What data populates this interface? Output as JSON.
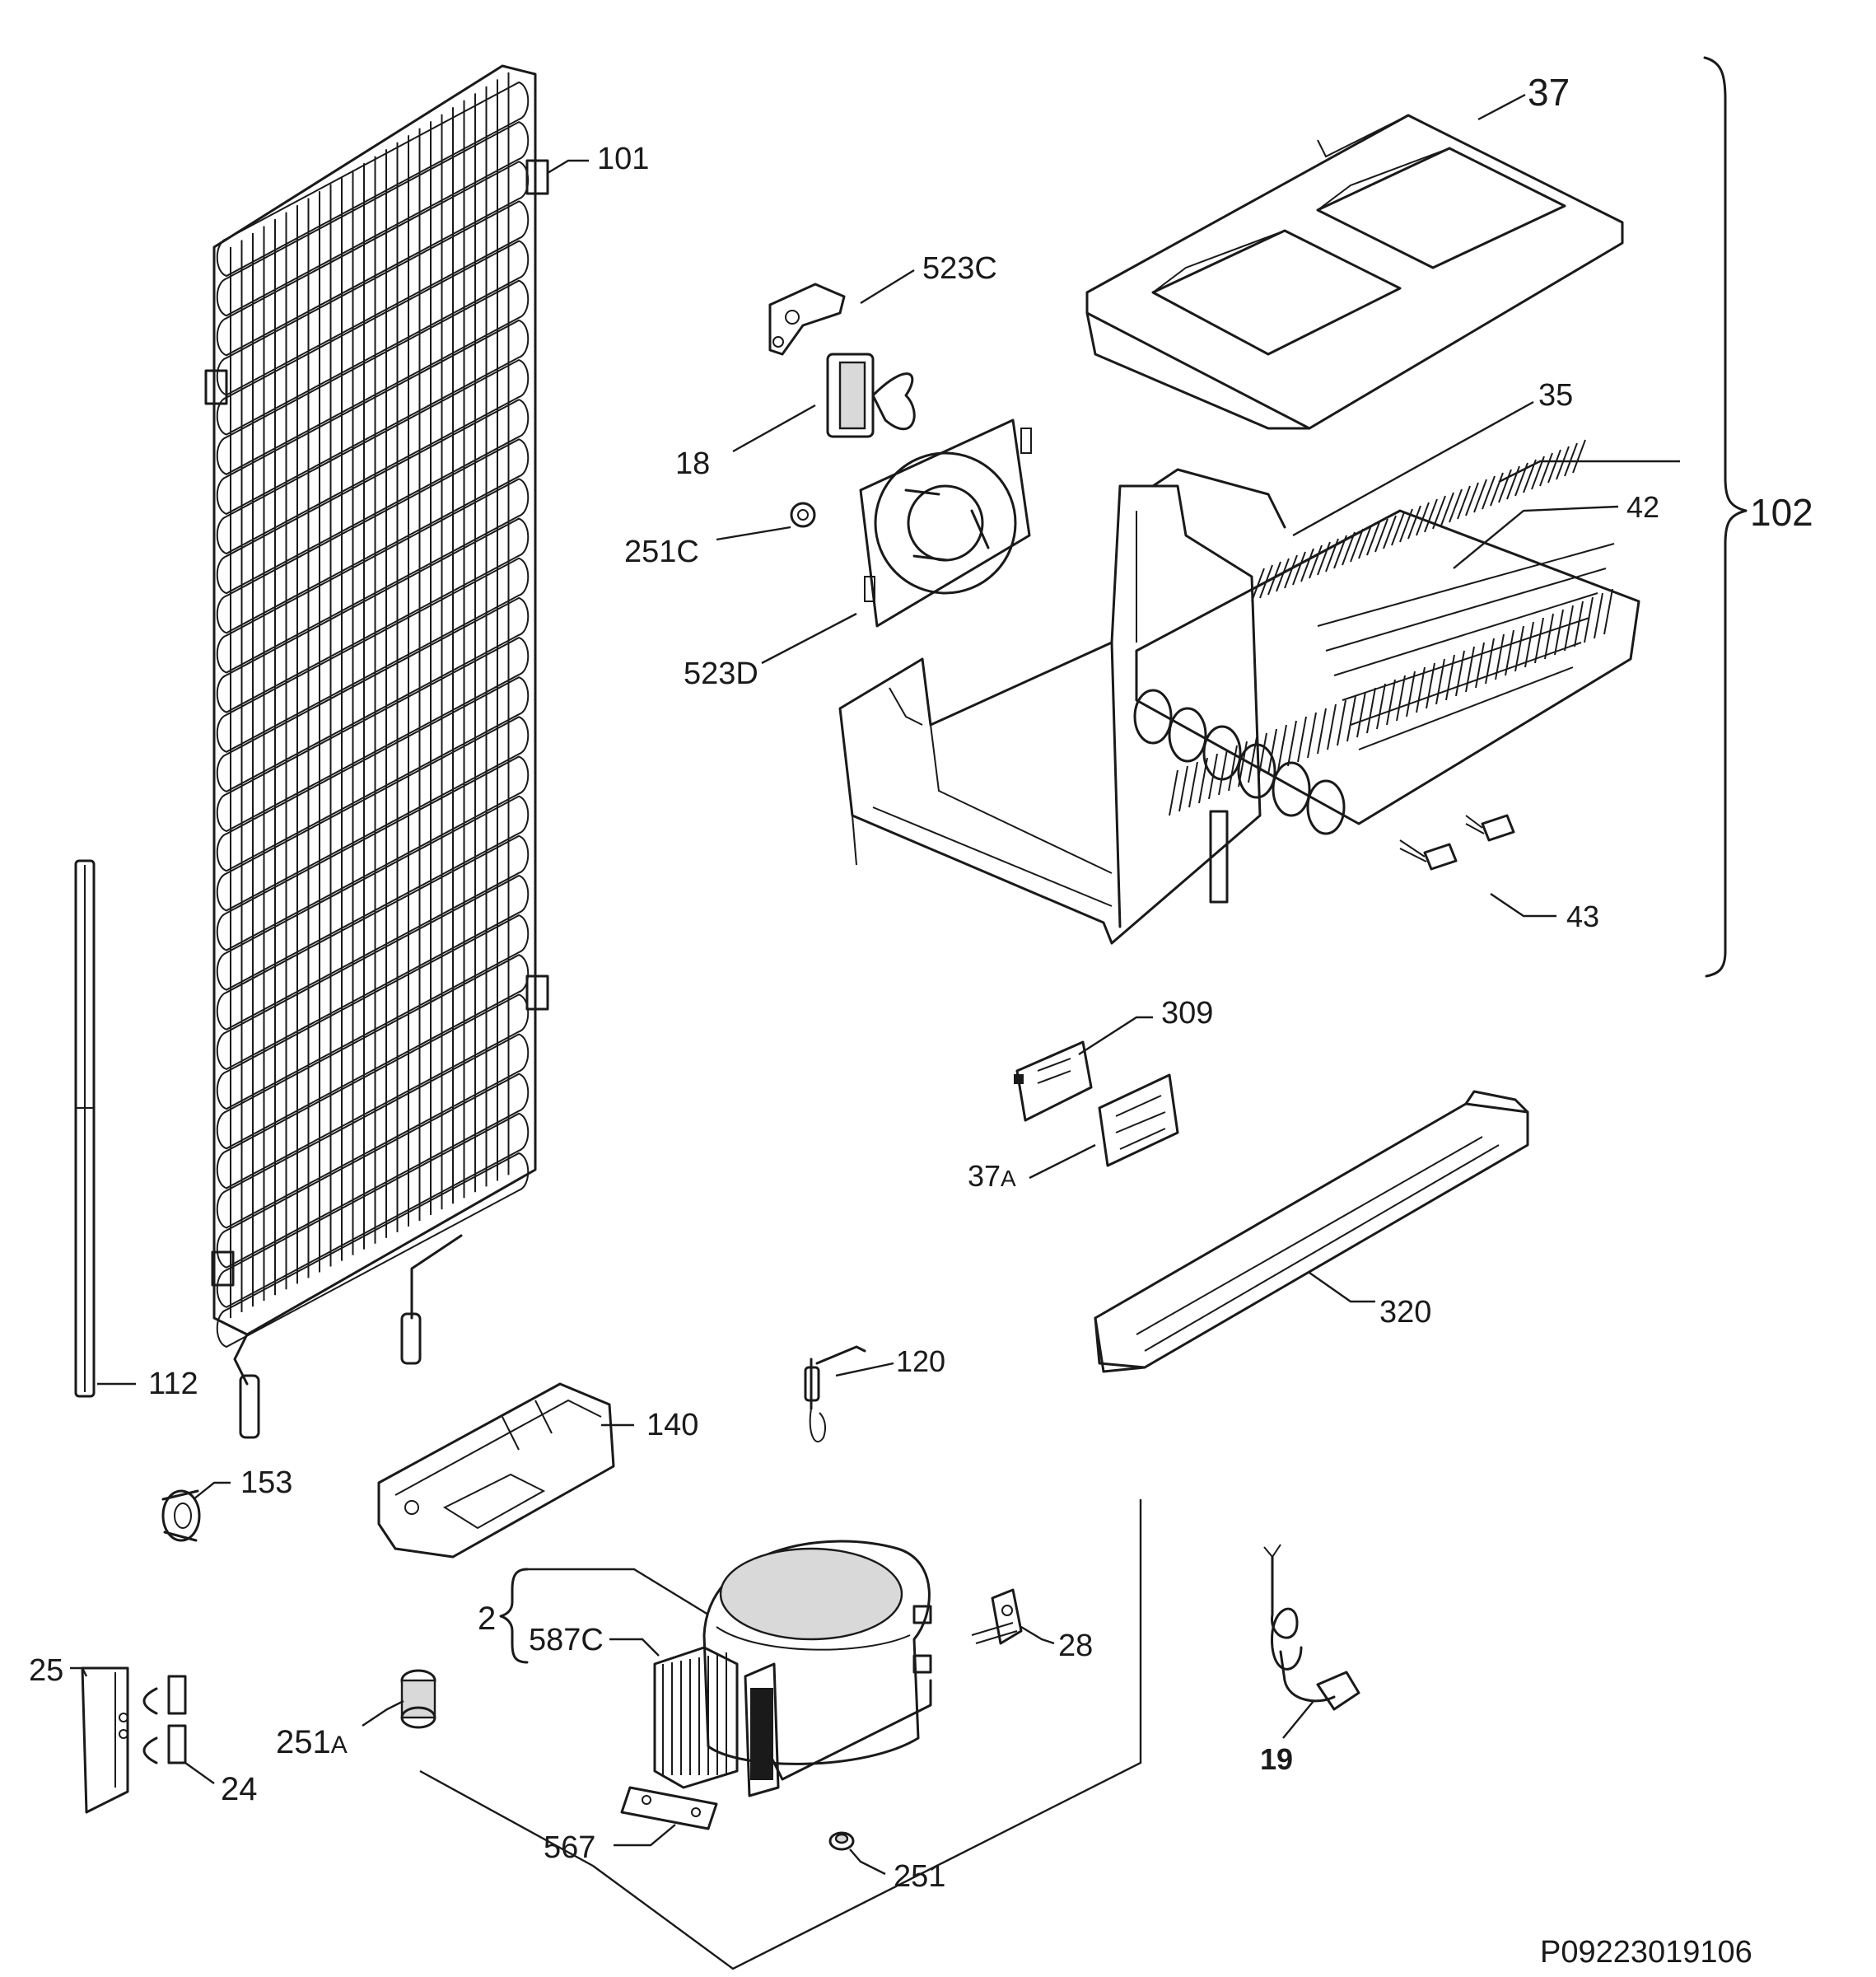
{
  "labels": {
    "p37": "37",
    "p101": "101",
    "p523c": "523C",
    "p35": "35",
    "p18": "18",
    "p102": "102",
    "p42": "42",
    "p251c": "251C",
    "p523d": "523D",
    "p43": "43",
    "p309": "309",
    "p37a_num": "37",
    "p37a_suffix": "A",
    "p320": "320",
    "p112": "112",
    "p120": "120",
    "p140": "140",
    "p153": "153",
    "p2": "2",
    "p587c": "587C",
    "p28": "28",
    "p25": "25",
    "p251a_num": "251",
    "p251a_suffix": "A",
    "p24": "24",
    "p19": "19",
    "p567": "567",
    "p251": "251"
  },
  "drawing_code": "P09223019106"
}
